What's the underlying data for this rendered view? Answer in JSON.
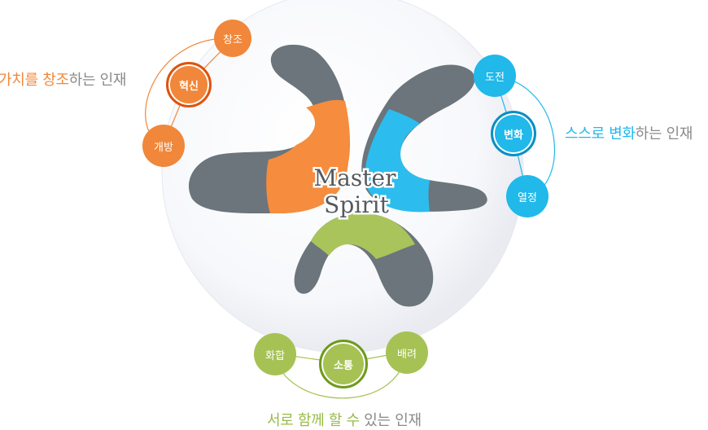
{
  "center": {
    "line1": "Master",
    "line2": "Spirit"
  },
  "groups": {
    "creation": {
      "color": "#f0873a",
      "nodes": {
        "top": "창조",
        "core": "혁신",
        "bottom": "개방"
      },
      "caption": {
        "highlight": "가치를 창조",
        "rest": "하는 인재"
      }
    },
    "change": {
      "color": "#21b8ea",
      "nodes": {
        "top": "도전",
        "core": "변화",
        "bottom": "열정"
      },
      "caption": {
        "highlight": "스스로 변화",
        "rest": "하는 인재"
      }
    },
    "communication": {
      "color": "#a6c255",
      "nodes": {
        "left": "화합",
        "core": "소통",
        "right": "배려"
      },
      "caption": {
        "highlight": "서로 함께 할 수",
        "rest": " 있는 인재"
      }
    }
  }
}
